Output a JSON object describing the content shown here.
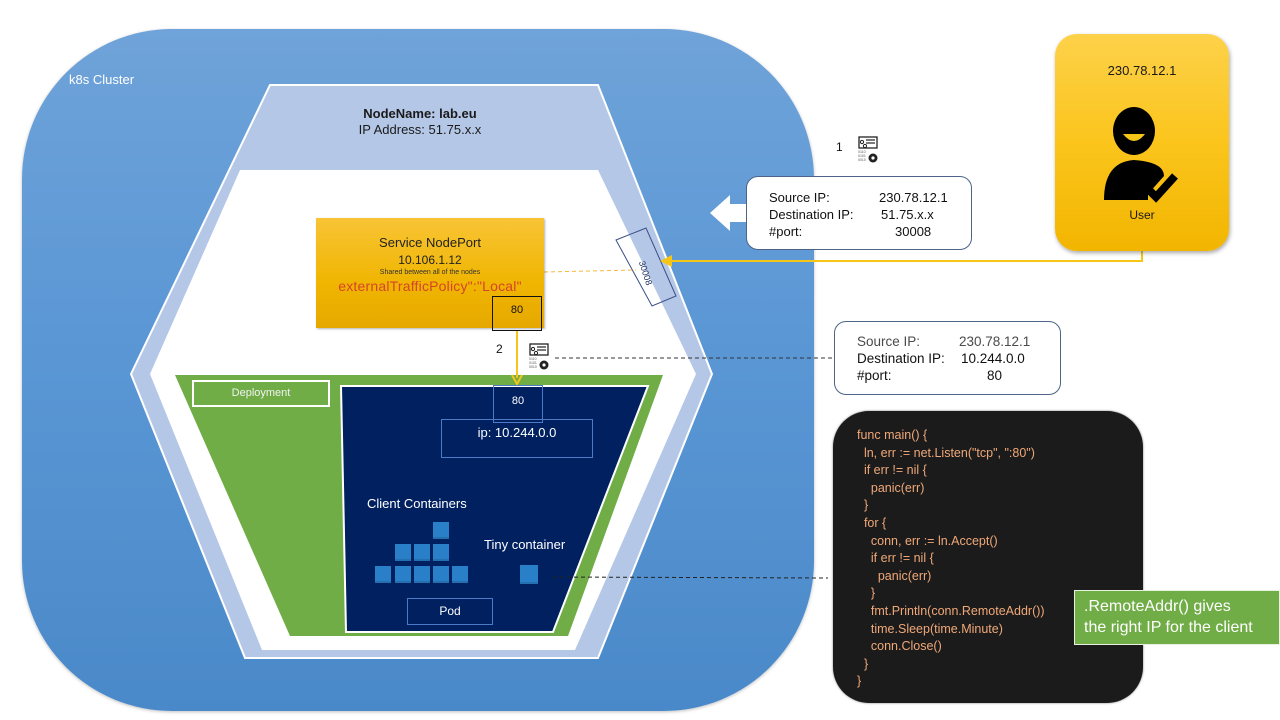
{
  "cluster": {
    "label": "k8s Cluster"
  },
  "node": {
    "name_label": "NodeName:",
    "name_value": "lab.eu",
    "ip_label": "IP Address:",
    "ip_value": "51.75.x.x",
    "nodeport": "30008"
  },
  "service": {
    "title": "Service NodePort",
    "ip": "10.106.1.12",
    "note": "Shared  between  all of the nodes",
    "policy": "externalTrafficPolicy\":\"Local\"",
    "port": "80"
  },
  "deployment": {
    "label": "Deployment"
  },
  "pod": {
    "port": "80",
    "ip": "ip: 10.244.0.0",
    "client_containers_label": "Client Containers",
    "tiny_container_label": "Tiny container",
    "label": "Pod"
  },
  "steps": {
    "step1": "1",
    "step2": "2"
  },
  "packet1": {
    "rows": [
      {
        "key": "Source IP:",
        "value": "230.78.12.1"
      },
      {
        "key": "Destination IP:",
        "value": "51.75.x.x"
      },
      {
        "key": "#port:",
        "value": "30008"
      }
    ]
  },
  "packet2": {
    "rows": [
      {
        "key": "Source IP:",
        "value": "230.78.12.1"
      },
      {
        "key": "Destination IP:",
        "value": "10.244.0.0"
      },
      {
        "key": "#port:",
        "value": "80"
      }
    ]
  },
  "user": {
    "ip": "230.78.12.1",
    "label": "User",
    "icon": "user-check-icon"
  },
  "code": {
    "lines": [
      "func main() {",
      "  ln, err := net.Listen(\"tcp\", \":80\")",
      "  if err != nil {",
      "    panic(err)",
      "  }",
      "  for {",
      "    conn, err := ln.Accept()",
      "    if err != nil {",
      "      panic(err)",
      "    }",
      "    fmt.Println(conn.RemoteAddr())",
      "    time.Sleep(time.Minute)",
      "    conn.Close()",
      "  }",
      "}"
    ]
  },
  "callout": {
    "line1": ".RemoteAddr() gives",
    "line2": "the right IP for the client"
  },
  "colors": {
    "cluster": "#5b97d5",
    "node_outer": "#b4c7e7",
    "deployment": "#70ad47",
    "pod": "#002060",
    "service": "#f0b500",
    "policy_text": "#d4452b",
    "flow_arrow": "#f5c518",
    "code_bg": "#1b1b1b",
    "code_text": "#f0a878"
  }
}
